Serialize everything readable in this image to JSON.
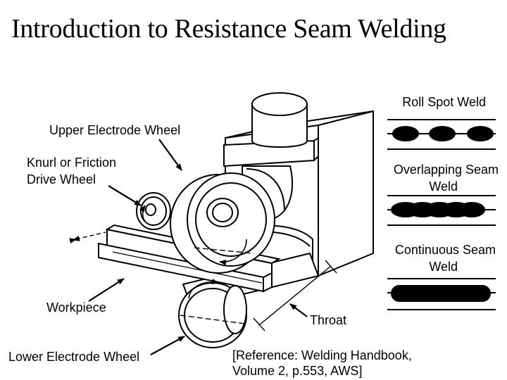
{
  "title": "Introduction to Resistance Seam Welding",
  "labels": {
    "upper_electrode_wheel": "Upper Electrode Wheel",
    "knurl_line1": "Knurl or Friction",
    "knurl_line2": "Drive Wheel",
    "workpiece": "Workpiece",
    "lower_electrode_wheel": "Lower Electrode Wheel",
    "throat": "Throat",
    "reference_line1": "[Reference:  Welding Handbook,",
    "reference_line2": "Volume 2, p.553, AWS]"
  },
  "weld_types": [
    {
      "line1": "Roll Spot Weld",
      "line2": ""
    },
    {
      "line1": "Overlapping Seam",
      "line2": "Weld"
    },
    {
      "line1": "Continuous Seam",
      "line2": "Weld"
    }
  ],
  "icons": [
    "seam-welder-machine",
    "roll-spot-weld-icon",
    "overlapping-seam-weld-icon",
    "continuous-seam-weld-icon"
  ]
}
